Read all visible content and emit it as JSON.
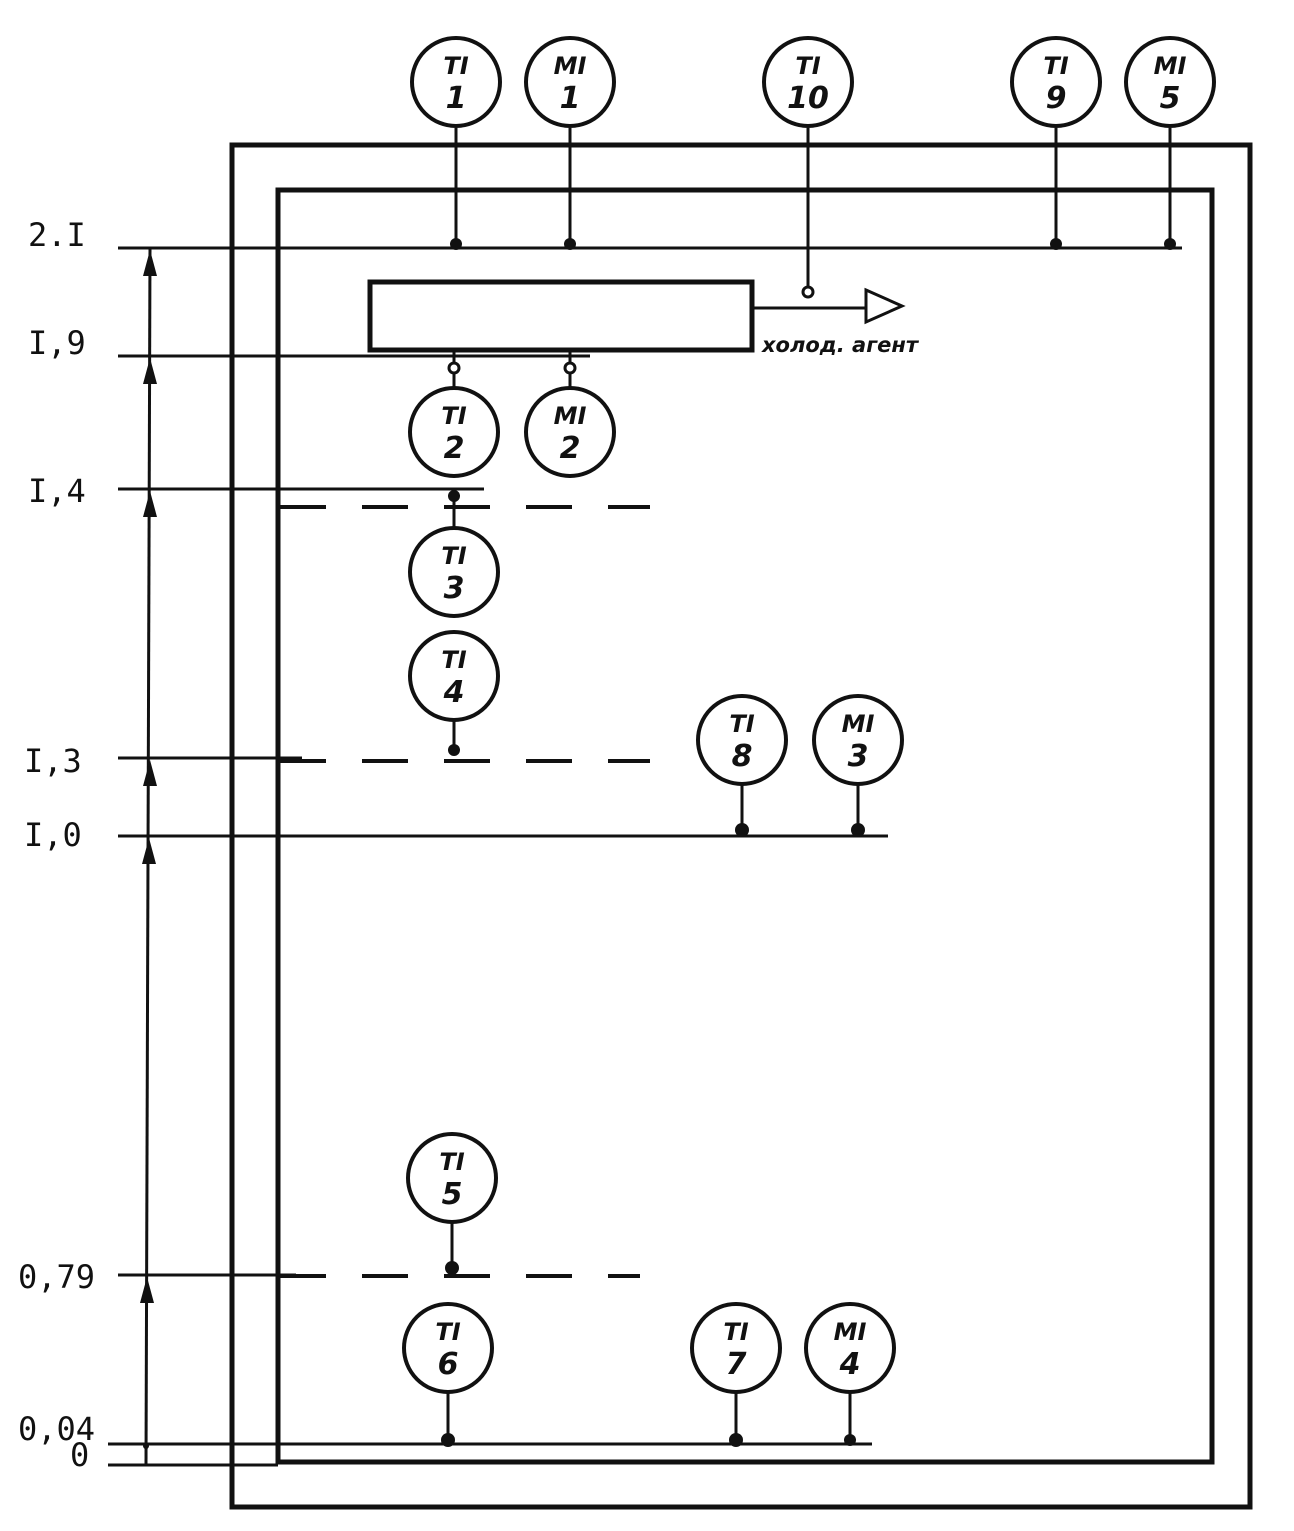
{
  "levels": [
    {
      "label": "2.I"
    },
    {
      "label": "I,9"
    },
    {
      "label": "I,4"
    },
    {
      "label": "I,3"
    },
    {
      "label": "I,0"
    },
    {
      "label": "0,79"
    },
    {
      "label": "0,04"
    }
  ],
  "levels_extra": {
    "zero_label": "0"
  },
  "cooling_agent_label": "холод. агент",
  "sensors": [
    {
      "type": "ТI",
      "num": "1"
    },
    {
      "type": "МI",
      "num": "1"
    },
    {
      "type": "ТI",
      "num": "10"
    },
    {
      "type": "ТI",
      "num": "9"
    },
    {
      "type": "МI",
      "num": "5"
    },
    {
      "type": "ТI",
      "num": "2"
    },
    {
      "type": "МI",
      "num": "2"
    },
    {
      "type": "ТI",
      "num": "3"
    },
    {
      "type": "ТI",
      "num": "4"
    },
    {
      "type": "ТI",
      "num": "8"
    },
    {
      "type": "МI",
      "num": "3"
    },
    {
      "type": "ТI",
      "num": "5"
    },
    {
      "type": "ТI",
      "num": "6"
    },
    {
      "type": "ТI",
      "num": "7"
    },
    {
      "type": "МI",
      "num": "4"
    }
  ]
}
